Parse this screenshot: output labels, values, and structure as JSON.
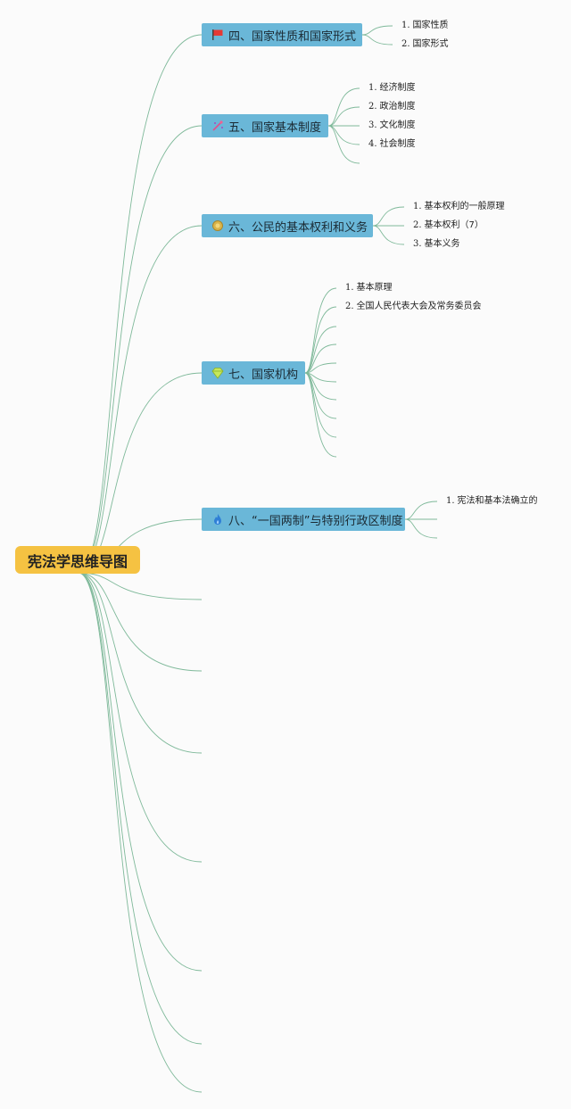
{
  "root": {
    "label": "宪法学思维导图"
  },
  "branches": [
    {
      "label": "四、国家性质和国家形式",
      "icon": "red-flag-icon",
      "children": [
        {
          "num": "1.",
          "text": "国家性质"
        },
        {
          "num": "2.",
          "text": "国家形式"
        }
      ]
    },
    {
      "label": "五、国家基本制度",
      "icon": "sparkle-wand-icon",
      "children": [
        {
          "num": "1.",
          "text": "经济制度"
        },
        {
          "num": "2.",
          "text": "政治制度"
        },
        {
          "num": "3.",
          "text": "文化制度"
        },
        {
          "num": "4.",
          "text": "社会制度"
        }
      ]
    },
    {
      "label": "六、公民的基本权利和义务",
      "icon": "gold-badge-icon",
      "children": [
        {
          "num": "1.",
          "text": "基本权利的一般原理"
        },
        {
          "num": "2.",
          "text": "基本权利（7）"
        },
        {
          "num": "3.",
          "text": "基本义务"
        }
      ]
    },
    {
      "label": "七、国家机构",
      "icon": "gem-icon",
      "children": [
        {
          "num": "1.",
          "text": "基本原理"
        },
        {
          "num": "2.",
          "text": "全国人民代表大会及常务委员会"
        }
      ]
    },
    {
      "label": "八、“一国两制”与特别行政区制度",
      "icon": "fire-icon",
      "children": [
        {
          "num": "1.",
          "text": "宪法和基本法确立的"
        }
      ]
    }
  ],
  "colors": {
    "line": "#7fb99a",
    "branch_fill": "#6ab7d8",
    "root_fill": "#f5c242"
  }
}
